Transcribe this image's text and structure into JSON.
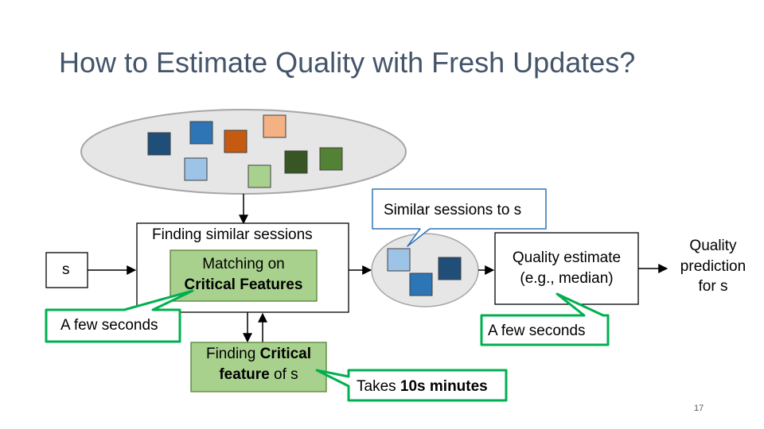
{
  "slide": {
    "title": "How to Estimate Quality with Fresh Updates?",
    "page_number": "17"
  },
  "colors": {
    "title": "#44546a",
    "green_fill": "#a9d18e",
    "green_callout": "#00b050",
    "blue_callout": "#2e75b6",
    "ellipse_fill": "#e6e6e6",
    "square_navy": "#1f4e79",
    "square_blue": "#2e75b6",
    "square_orange": "#c55a11",
    "square_peach": "#f4b183",
    "square_lightblue": "#9dc3e6",
    "square_darkgreen": "#375623",
    "square_green": "#548235",
    "square_lightgreen": "#a9d18e"
  },
  "diagram": {
    "input_label": "s",
    "finding_similar": "Finding similar sessions",
    "matching_line1": "Matching on",
    "matching_line2": "Critical Features",
    "finding_critical_prefix": "Finding ",
    "finding_critical_bold1": "Critical",
    "finding_critical_bold2": "feature",
    "finding_critical_suffix": " of s",
    "similar_sessions_callout": "Similar sessions to s",
    "quality_estimate_line1": "Quality estimate",
    "quality_estimate_line2": "(e.g., median)",
    "prediction_line1": "Quality",
    "prediction_line2": "prediction",
    "prediction_line3": "for s",
    "few_seconds_left": "A few seconds",
    "few_seconds_right": "A few seconds",
    "takes_prefix": "Takes ",
    "takes_bold": "10s minutes"
  }
}
